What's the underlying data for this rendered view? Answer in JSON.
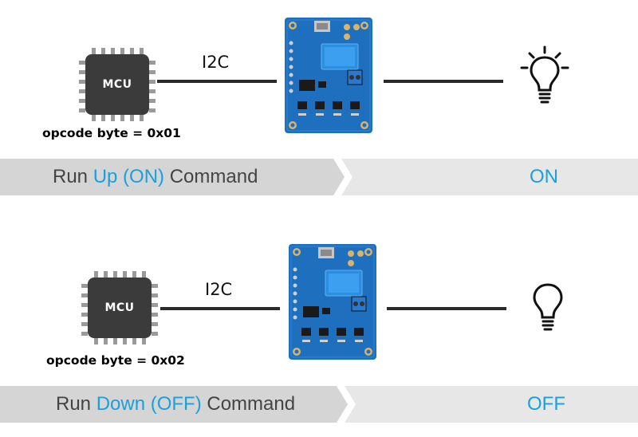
{
  "colors": {
    "accent": "#1aa0dc",
    "ribbon": "#d5d5d5",
    "chip": "#3b3b3b",
    "board": "#1f6fbf"
  },
  "panels": [
    {
      "mcu_label": "MCU",
      "opcode": "opcode byte = 0x01",
      "bus_label": "I2C",
      "command": {
        "prefix": "Run ",
        "highlight": "Up (ON)",
        "suffix": " Command"
      },
      "state": "ON",
      "bulb_icon": "lightbulb-on-icon"
    },
    {
      "mcu_label": "MCU",
      "opcode": "opcode byte = 0x02",
      "bus_label": "I2C",
      "command": {
        "prefix": "Run ",
        "highlight": "Down (OFF)",
        "suffix": " Command"
      },
      "state": "OFF",
      "bulb_icon": "lightbulb-off-icon"
    }
  ]
}
